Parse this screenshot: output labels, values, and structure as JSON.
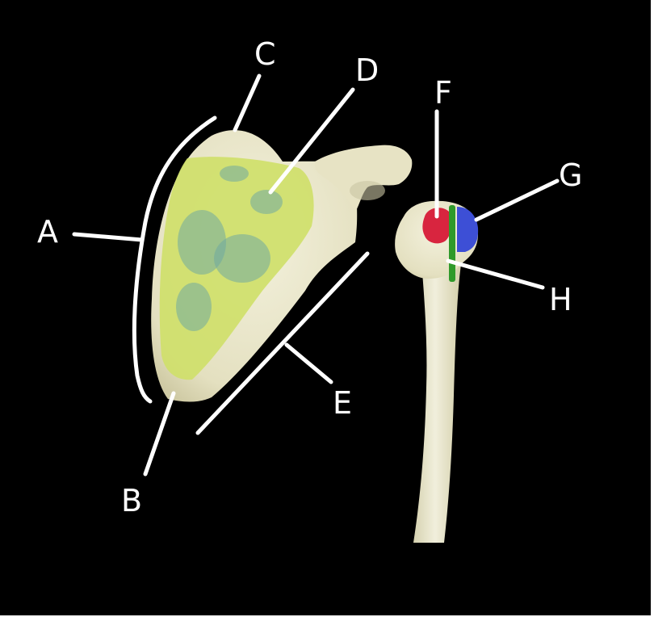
{
  "diagram": {
    "background_color": "#000000",
    "line_color": "#ffffff",
    "bone_color": "#ece9cf",
    "highlight_colors": {
      "scapula_fossa": "#cfe06a",
      "fossa_mottle": "#6fa9a0",
      "tubercle_F": "#d8253f",
      "tubercle_G": "#3d4fd6",
      "groove_H": "#2f9a2a"
    },
    "labels": {
      "A": "A",
      "B": "B",
      "C": "C",
      "D": "D",
      "E": "E",
      "F": "F",
      "G": "G",
      "H": "H"
    }
  }
}
